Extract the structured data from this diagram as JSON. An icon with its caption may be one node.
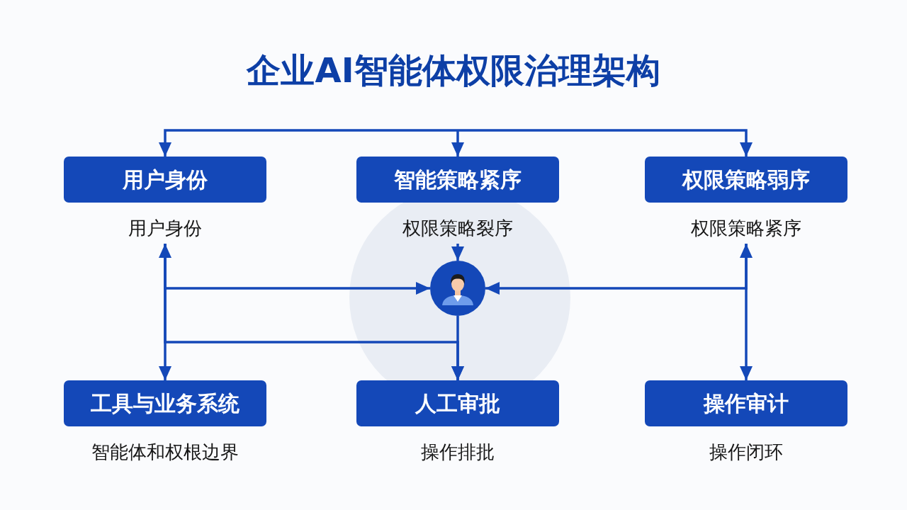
{
  "diagram": {
    "title": "企业AI智能体权限治理架构",
    "nodes": [
      {
        "text": [
          "用户身份"
        ],
        "beside": [
          "用户身份"
        ]
      },
      {
        "text": [
          "智能策略紧序"
        ],
        "beside": [
          "权限策略裂序"
        ]
      },
      {
        "text": [
          "权限策略弱序"
        ],
        "beside": [
          "权限策略紧序"
        ]
      },
      {
        "text": [],
        "shape": "person"
      },
      {
        "text": [
          "工具与业务系统"
        ],
        "beside": [
          "智能体和权根边界"
        ]
      },
      {
        "text": [
          "人工审批"
        ],
        "beside": [
          "操作排批"
        ]
      },
      {
        "text": [
          "操作审计"
        ],
        "beside": [
          "操作闭环"
        ]
      }
    ],
    "edges": [
      {
        "from": null,
        "to": 0,
        "arrow": "to"
      },
      {
        "from": null,
        "to": 1,
        "arrow": "to"
      },
      {
        "from": null,
        "to": 2,
        "arrow": "to"
      },
      {
        "from": 0,
        "to": 4,
        "arrow": "both"
      },
      {
        "from": 0,
        "to": 3,
        "arrow": "to"
      },
      {
        "from": 0,
        "to": 5,
        "arrow": "to"
      },
      {
        "from": 1,
        "to": 3,
        "arrow": "to"
      },
      {
        "from": 3,
        "to": 5,
        "arrow": "to"
      },
      {
        "from": 2,
        "to": 6,
        "arrow": "both"
      },
      {
        "from": 2,
        "to": 3,
        "arrow": "to"
      }
    ]
  }
}
